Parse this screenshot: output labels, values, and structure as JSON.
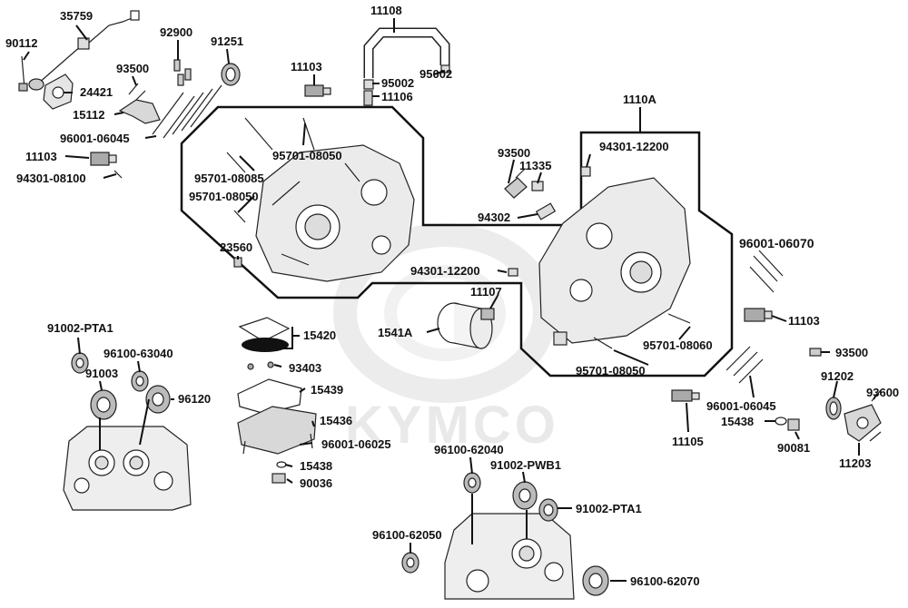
{
  "watermark": {
    "brand": "KYMCO"
  },
  "parts": {
    "p35759": "35759",
    "p90112": "90112",
    "p24421": "24421",
    "p93500_top": "93500",
    "p15112": "15112",
    "p92900": "92900",
    "p91251": "91251",
    "p11103_top": "11103",
    "p11108": "11108",
    "p95002_left": "95002",
    "p95002_right": "95002",
    "p11106": "11106",
    "p96001_06045_top": "96001-06045",
    "p11103_left": "11103",
    "p94301_08100": "94301-08100",
    "p95701_08050_top": "95701-08050",
    "p95701_08085": "95701-08085",
    "p95701_08050_mid": "95701-08050",
    "p23560": "23560",
    "p1110A": "1110A",
    "p94301_12200_top": "94301-12200",
    "p93500_mid": "93500",
    "p11335": "11335",
    "p94302": "94302",
    "p94301_12200_mid": "94301-12200",
    "p11107": "11107",
    "p1541A": "1541A",
    "p96001_06070": "96001-06070",
    "p11103_right": "11103",
    "p95701_08060": "95701-08060",
    "p95701_08050_bot": "95701-08050",
    "p93500_right": "93500",
    "p91202": "91202",
    "p93600": "93600",
    "p96001_06045_bot": "96001-06045",
    "p15438_right": "15438",
    "p90081": "90081",
    "p11105": "11105",
    "p11203": "11203",
    "p15420": "15420",
    "p93403": "93403",
    "p15439": "15439",
    "p15436": "15436",
    "p96001_06025": "96001-06025",
    "p15438_mid": "15438",
    "p90036": "90036",
    "p91002_PTA1_left": "91002-PTA1",
    "p96100_63040": "96100-63040",
    "p91003": "91003",
    "p96120": "96120",
    "p96100_62040": "96100-62040",
    "p91002_PWB1": "91002-PWB1",
    "p91002_PTA1_right": "91002-PTA1",
    "p96100_62050": "96100-62050",
    "p96100_62070": "96100-62070"
  }
}
